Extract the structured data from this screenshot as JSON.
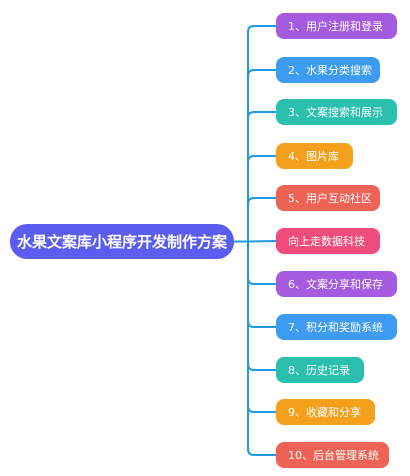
{
  "root": {
    "label": "水果文案库小程序开发制作方案",
    "color": "#5b5cf0"
  },
  "connector_color": "#1f9be3",
  "branches": [
    {
      "label": "1、用户注册和登录",
      "color": "#a45be0"
    },
    {
      "label": "2、水果分类搜索",
      "color": "#3d9cf2"
    },
    {
      "label": "3、文案搜索和展示",
      "color": "#2bbfae"
    },
    {
      "label": "4、图片库",
      "color": "#f5a01c"
    },
    {
      "label": "5、用户互动社区",
      "color": "#ee6355"
    },
    {
      "label": "向上走数据科技",
      "color": "#ee4c7d"
    },
    {
      "label": "6、文案分享和保存",
      "color": "#a45be0"
    },
    {
      "label": "7、积分和奖励系统",
      "color": "#3d9cf2"
    },
    {
      "label": "8、历史记录",
      "color": "#2bbfae"
    },
    {
      "label": "9、收藏和分享",
      "color": "#f5a01c"
    },
    {
      "label": "10、后台管理系统",
      "color": "#ee6355"
    }
  ]
}
